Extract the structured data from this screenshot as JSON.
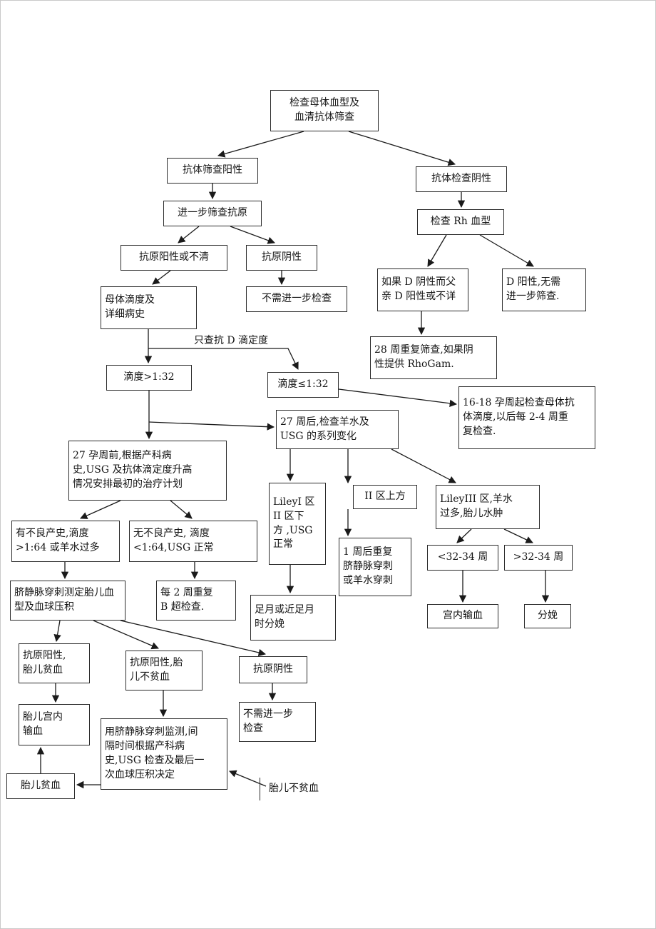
{
  "colors": {
    "line": "#1a1a1a",
    "box_border": "#2b2b2b",
    "page_background": "#ffffff"
  },
  "diagram": {
    "nodes": {
      "root": "检查母体血型及\n血清抗体筛查",
      "ab_pos": "抗体筛查阳性",
      "ab_neg": "抗体检查阴性",
      "further": "进一步筛查抗原",
      "ag_pos_unclear": "抗原阳性或不清",
      "ag_neg": "抗原阴性",
      "no_further1": "不需进一步检查",
      "maternal": "母体滴度及\n详细病史",
      "check_rh": "检查 Rh 血型",
      "d_neg_father": "如果 D 阴性而父\n亲 D 阳性或不详",
      "d_pos": "D 阳性,无需\n进一步筛查.",
      "repeat28": "28 周重复筛查,如果阴\n性提供 RhoGam.",
      "anti_d_label": "只查抗 D 滴定度",
      "titer_gt": "滴度>1:32",
      "titer_le": "滴度≤1:32",
      "weeks16_18": "16-18 孕周起检查母体抗\n体滴度,以后每 2-4 周重\n复检查.",
      "after27": "27 周后,检查羊水及\nUSG 的系列变化",
      "before27": "27 孕周前,根据产科病\n史,USG 及抗体滴定度升高\n情况安排最初的治疗计划",
      "liley1": "LileyI 区\nII 区下\n方 ,USG\n正常",
      "zone2": "II 区上方",
      "liley3": "LileyIII 区,羊水\n过多,胎儿水肿",
      "repeat1week": "1 周后重复\n脐静脉穿刺\n或羊水穿刺",
      "lt32": "<32-34 周",
      "gt32": ">32-34 周",
      "term_delivery": "足月或近足月\n时分娩",
      "iut": "宫内输血",
      "delivery": "分娩",
      "bad_history": "有不良产史,滴度\n>1:64 或羊水过多",
      "no_bad": "无不良产史, 滴度\n<1:64,USG 正常",
      "cordocentesis": "脐静脉穿刺测定胎儿血\n型及血球压积",
      "repeat_b": "每 2 周重复\nB 超检查.",
      "ag_pos_anemia": "抗原阳性,\n胎儿贫血",
      "ag_pos_no_anemia": "抗原阳性,胎\n儿不贫血",
      "ag_neg2": "抗原阴性",
      "fetal_iut": "胎儿宫内\n输血",
      "monitor": "用脐静脉穿刺监测,间\n隔时间根据产科病\n史,USG 检查及最后一\n次血球压积决定",
      "no_further2": "不需进一步\n检查",
      "fetal_anemia": "胎儿贫血",
      "fetal_no_anemia": "胎儿不贫血"
    }
  }
}
